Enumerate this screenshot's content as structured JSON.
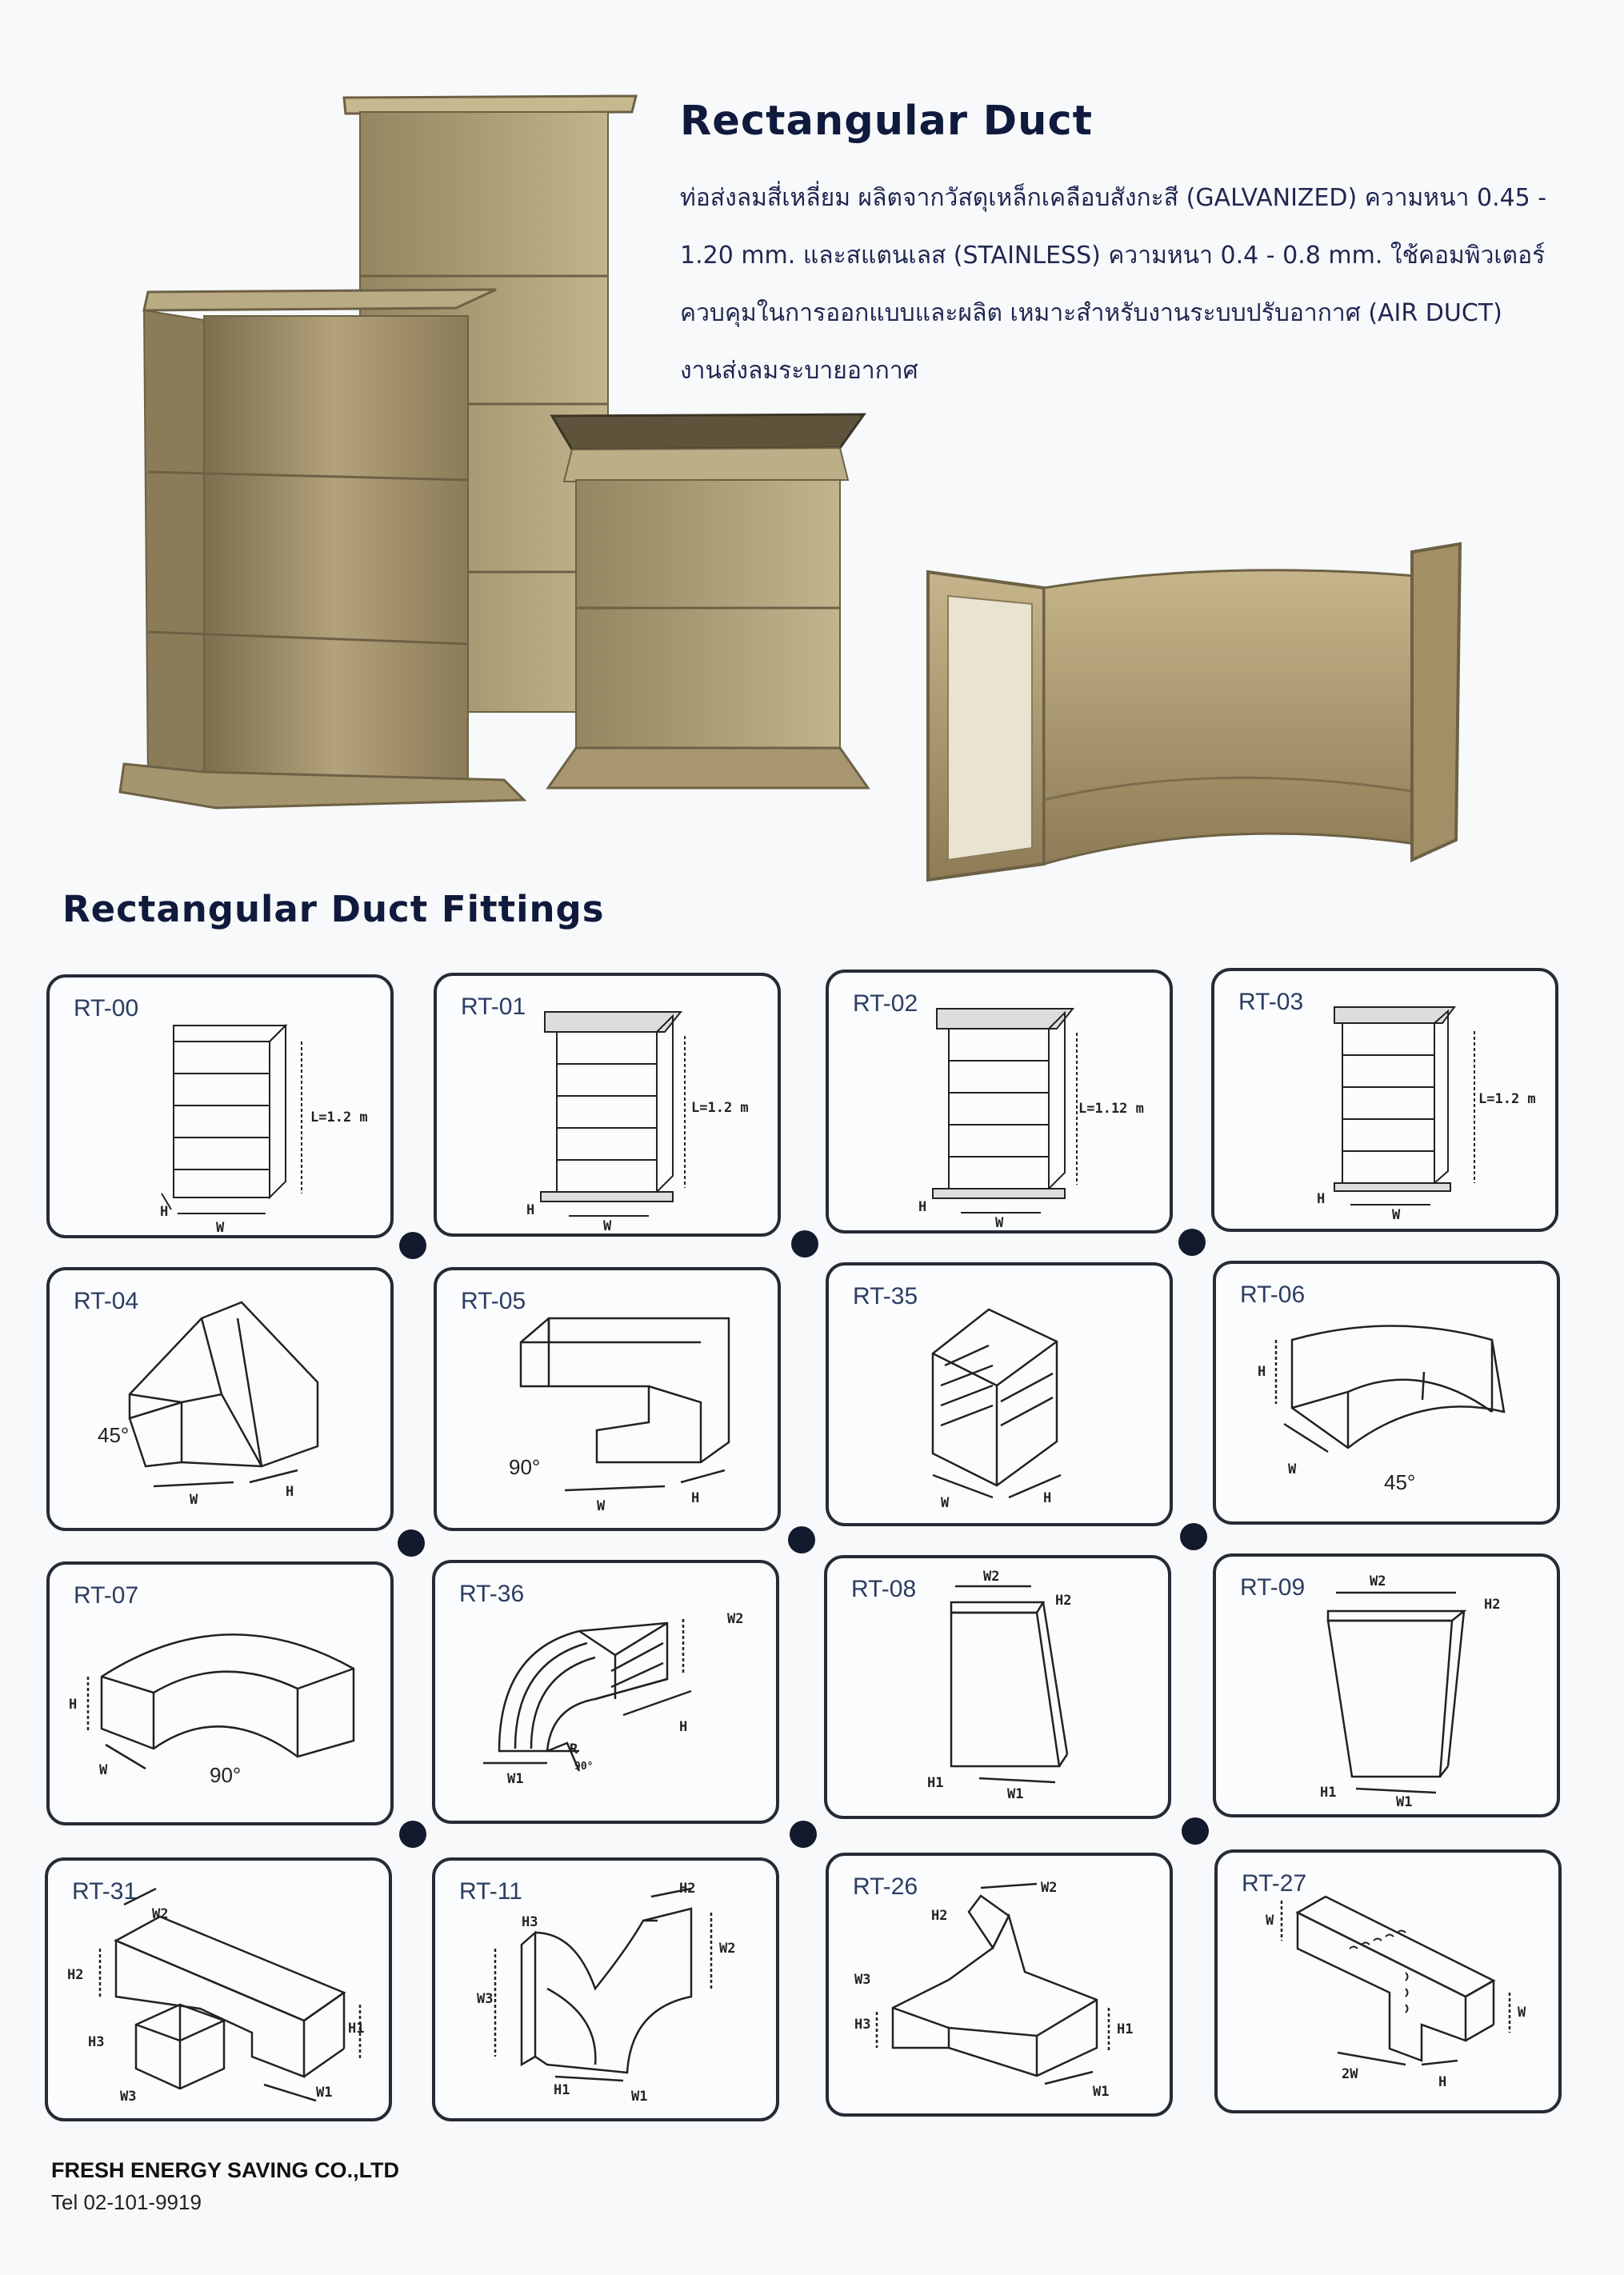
{
  "header": {
    "title": "Rectangular Duct",
    "description_lines": [
      "ท่อส่งลมสี่เหลี่ยม ผลิตจากวัสดุเหล็กเคลือบสังกะสี (GALVANIZED) ความหนา 0.45 -",
      "1.20 mm. และสแตนเลส (STAINLESS) ความหนา 0.4 - 0.8 mm. ใช้คอมพิวเตอร์",
      "ควบคุมในการออกแบบและผลิต เหมาะสำหรับงานระบบปรับอากาศ (AIR DUCT)",
      "งานส่งลมระบายอากาศ"
    ]
  },
  "colors": {
    "metal": "#a89670",
    "metal_dark": "#6f6245",
    "metal_light": "#cfc39e",
    "navy_text": "#101a3c",
    "card_border": "#262b36"
  },
  "fittings": {
    "title": "Rectangular Duct Fittings",
    "items": [
      {
        "code": "RT-00",
        "dims": [
          "L=1.2 m",
          "H",
          "W"
        ]
      },
      {
        "code": "RT-01",
        "dims": [
          "L=1.2 m",
          "H",
          "W"
        ]
      },
      {
        "code": "RT-02",
        "dims": [
          "L=1.12 m",
          "H",
          "W"
        ]
      },
      {
        "code": "RT-03",
        "dims": [
          "L=1.2 m",
          "H",
          "W"
        ]
      },
      {
        "code": "RT-04",
        "dims": [
          "45°",
          "W",
          "H"
        ]
      },
      {
        "code": "RT-05",
        "dims": [
          "90°",
          "W",
          "H"
        ]
      },
      {
        "code": "RT-35",
        "dims": [
          "W",
          "H"
        ]
      },
      {
        "code": "RT-06",
        "dims": [
          "H",
          "W",
          "45°"
        ]
      },
      {
        "code": "RT-07",
        "dims": [
          "H",
          "W",
          "90°"
        ]
      },
      {
        "code": "RT-36",
        "dims": [
          "W2",
          "H",
          "W1",
          "R",
          "90°"
        ]
      },
      {
        "code": "RT-08",
        "dims": [
          "W2",
          "H2",
          "H1",
          "W1"
        ]
      },
      {
        "code": "RT-09",
        "dims": [
          "W2",
          "H2",
          "H1",
          "W1"
        ]
      },
      {
        "code": "RT-31",
        "dims": [
          "W2",
          "H2",
          "H3",
          "W3",
          "H1",
          "W1"
        ]
      },
      {
        "code": "RT-11",
        "dims": [
          "H3",
          "W3",
          "H2",
          "W2",
          "H1",
          "W1"
        ]
      },
      {
        "code": "RT-26",
        "dims": [
          "W2",
          "H2",
          "W3",
          "H3",
          "H1",
          "W1"
        ]
      },
      {
        "code": "RT-27",
        "dims": [
          "W",
          "W",
          "2W",
          "H"
        ]
      }
    ]
  },
  "footer": {
    "company": "FRESH ENERGY SAVING CO.,LTD",
    "tel": "Tel 02-101-9919"
  }
}
